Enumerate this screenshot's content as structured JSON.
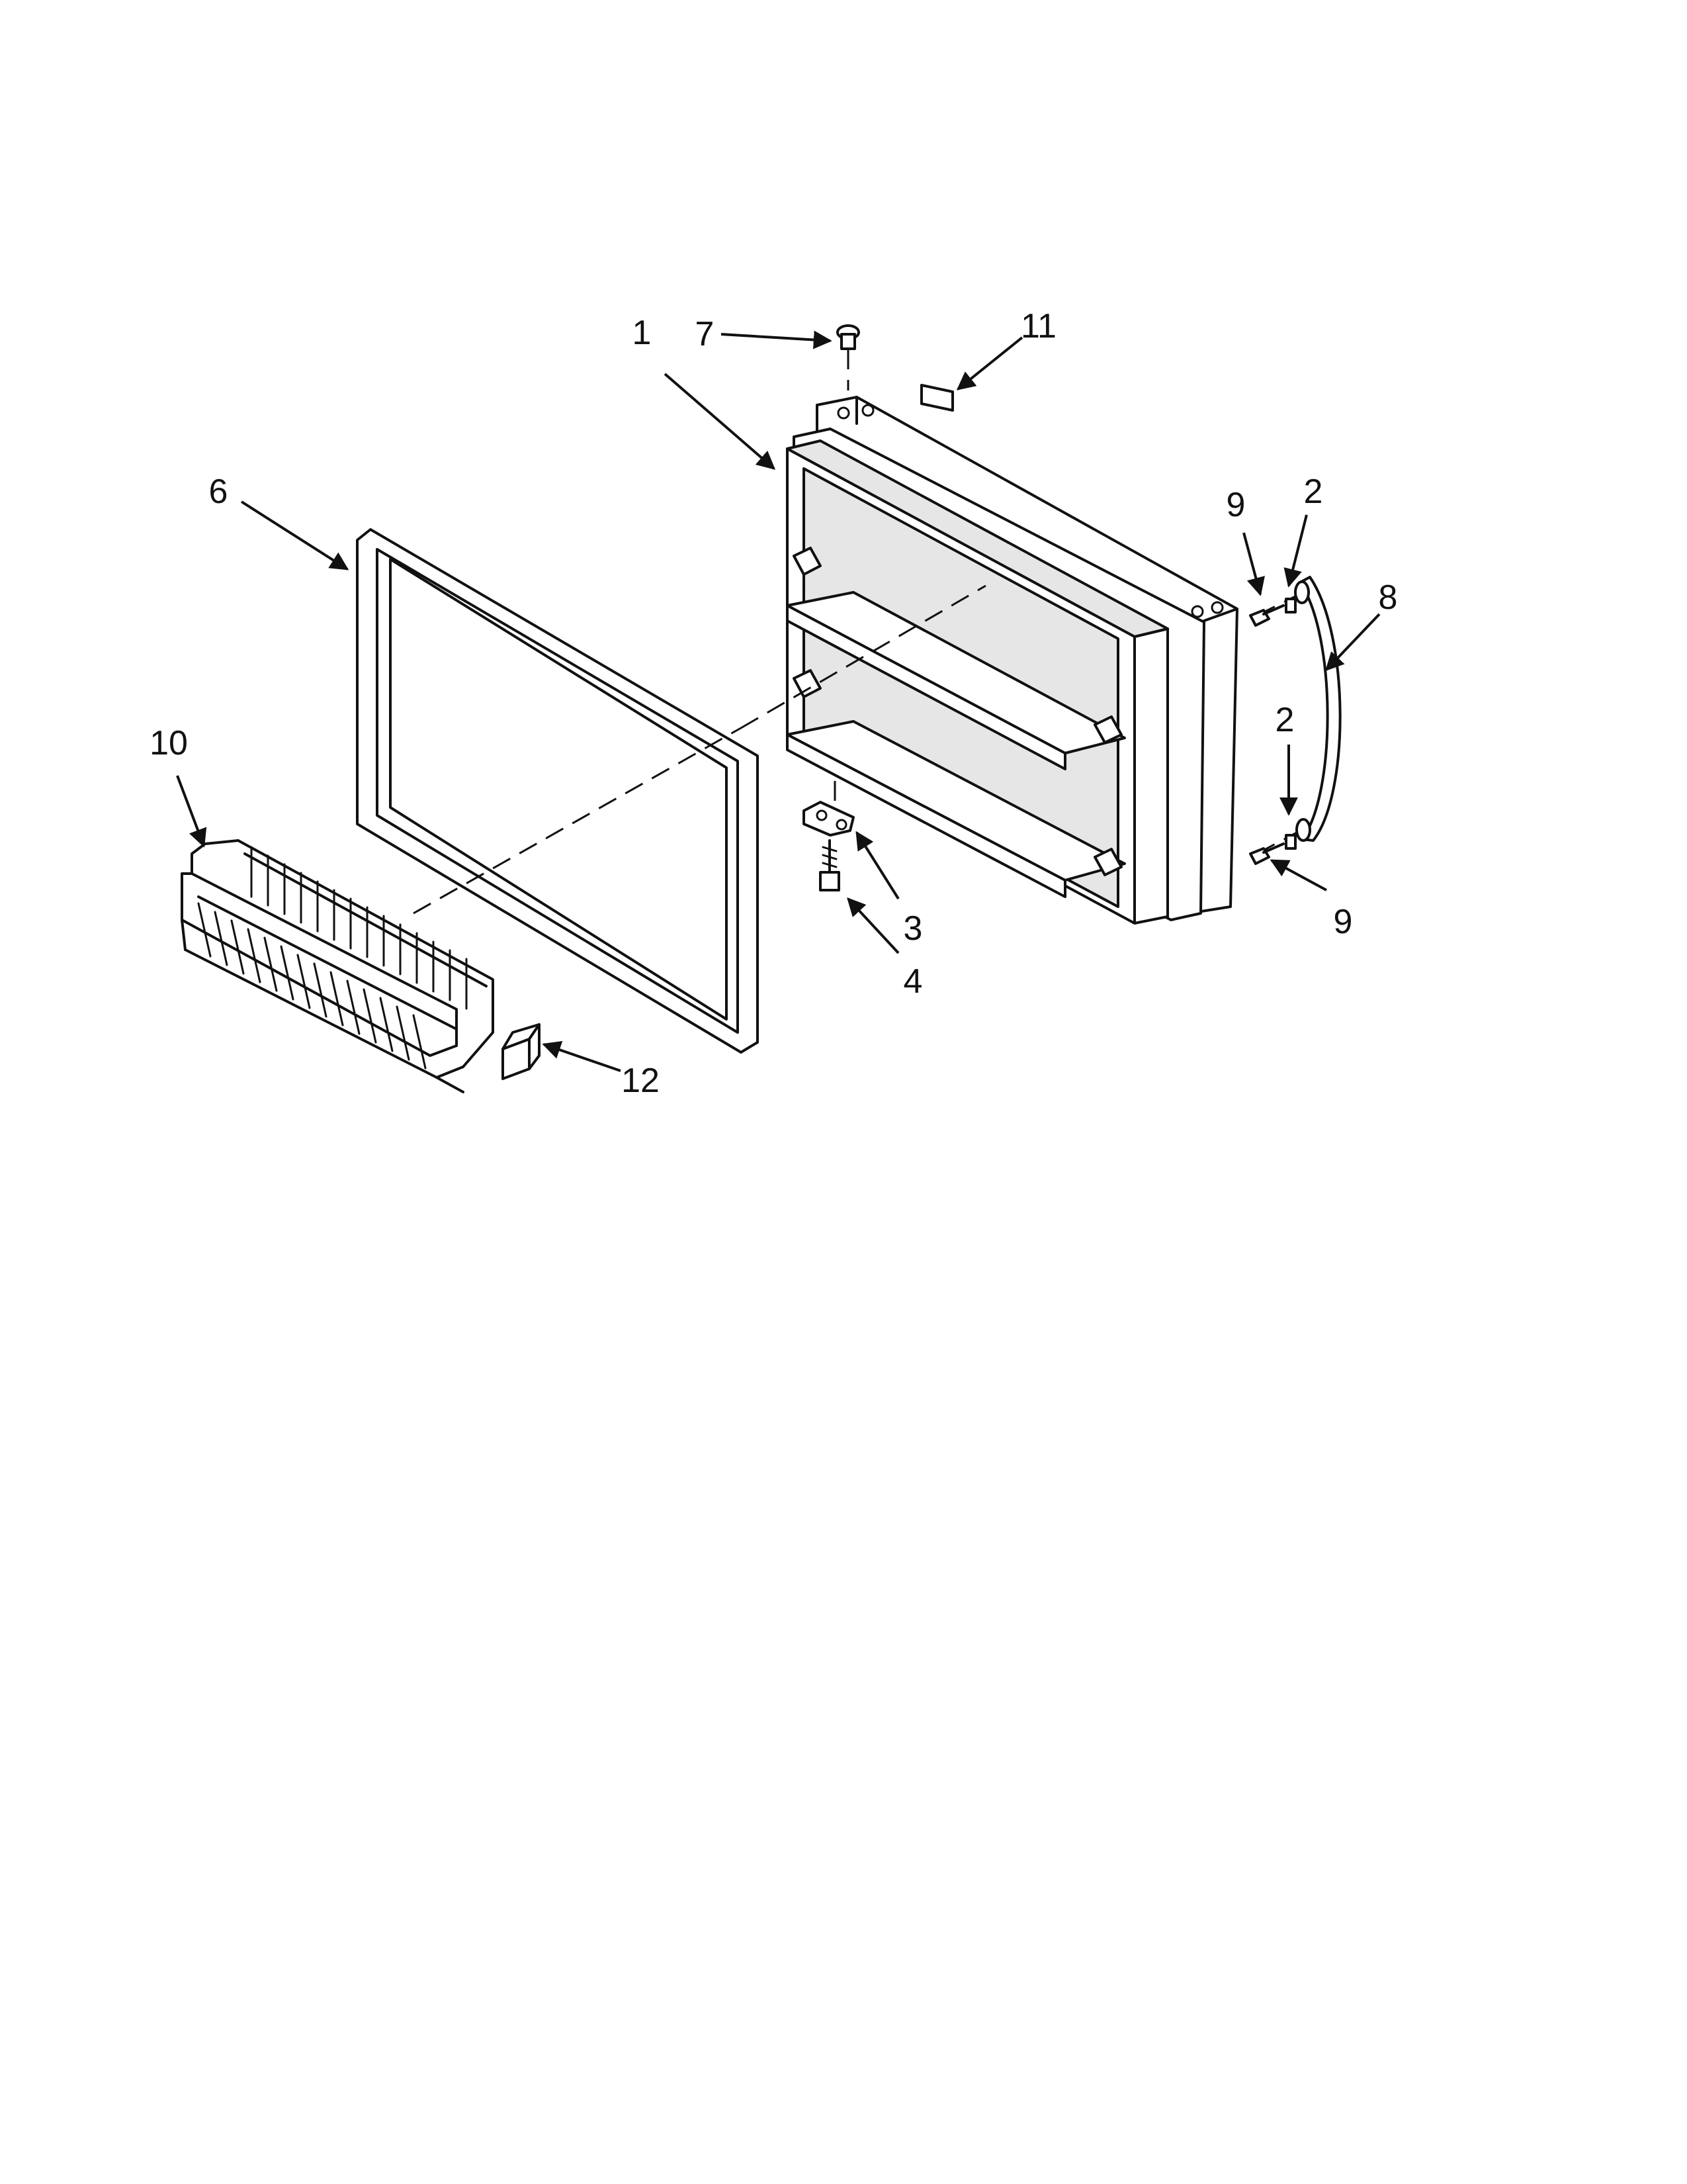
{
  "callouts": [
    {
      "id": "c1",
      "label": "1"
    },
    {
      "id": "c2a",
      "label": "2"
    },
    {
      "id": "c2b",
      "label": "2"
    },
    {
      "id": "c3",
      "label": "3"
    },
    {
      "id": "c4",
      "label": "4"
    },
    {
      "id": "c6",
      "label": "6"
    },
    {
      "id": "c7",
      "label": "7"
    },
    {
      "id": "c8",
      "label": "8"
    },
    {
      "id": "c9a",
      "label": "9"
    },
    {
      "id": "c9b",
      "label": "9"
    },
    {
      "id": "c10",
      "label": "10"
    },
    {
      "id": "c11",
      "label": "11"
    },
    {
      "id": "c12",
      "label": "12"
    }
  ],
  "colors": {
    "ink": "#111111",
    "paper": "#ffffff",
    "shade": "#e6e6e6"
  }
}
